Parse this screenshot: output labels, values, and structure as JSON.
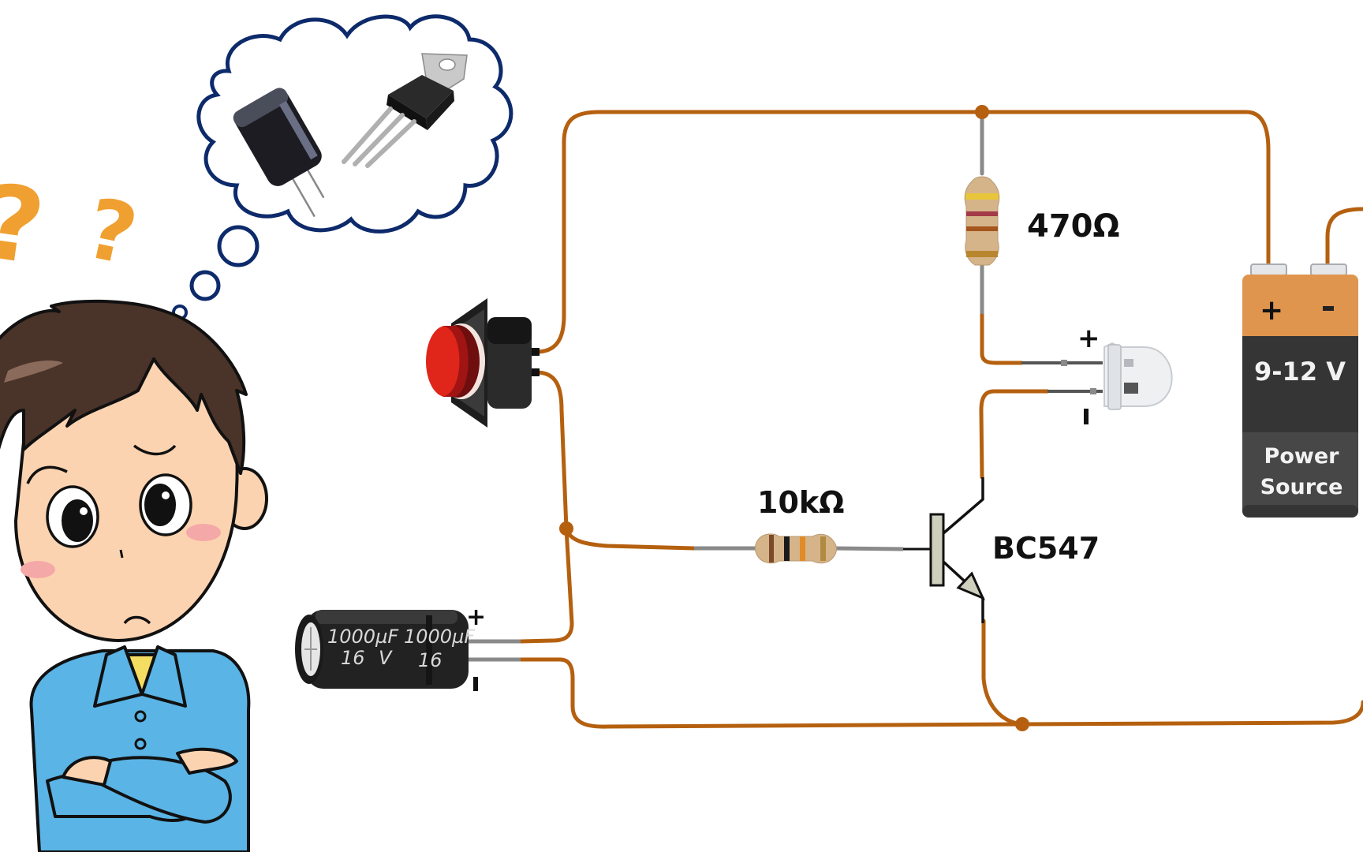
{
  "title": "Latching LED circuit with push button, capacitor and BC547 transistor",
  "colors": {
    "wire": "#b5600f",
    "battery_top": "#e0954e",
    "battery_body": "#353535",
    "battery_label_bg": "#474747",
    "button_red": "#e0261a",
    "cloud_outline": "#0d2a6b",
    "question_mark": "#f0a030",
    "shirt": "#5ab4e5",
    "hair": "#4a3329",
    "skin": "#fcd3b0"
  },
  "thought_bubble": {
    "items": [
      "electrolytic capacitor",
      "TO-220 voltage regulator"
    ]
  },
  "question_marks": [
    "?",
    "?"
  ],
  "components": {
    "resistor_470": {
      "label": "470Ω",
      "bands": [
        "#e8c53a",
        "#a33a48",
        "#a5561c",
        "#b8862f"
      ]
    },
    "resistor_10k": {
      "label": "10kΩ",
      "bands": [
        "#7a4a2a",
        "#1a1a1a",
        "#e08a2a",
        "#b08a40"
      ]
    },
    "transistor": {
      "label": "BC547"
    },
    "led": {
      "plus": "+",
      "minus": "-"
    },
    "capacitor": {
      "value": "1000µF",
      "voltage": "16",
      "unit": "V",
      "plus": "+",
      "minus": "-"
    },
    "push_button": {
      "name": "push button"
    },
    "battery": {
      "plus": "+",
      "minus": "-",
      "voltage": "9-12 V",
      "line1": "Power",
      "line2": "Source"
    }
  }
}
